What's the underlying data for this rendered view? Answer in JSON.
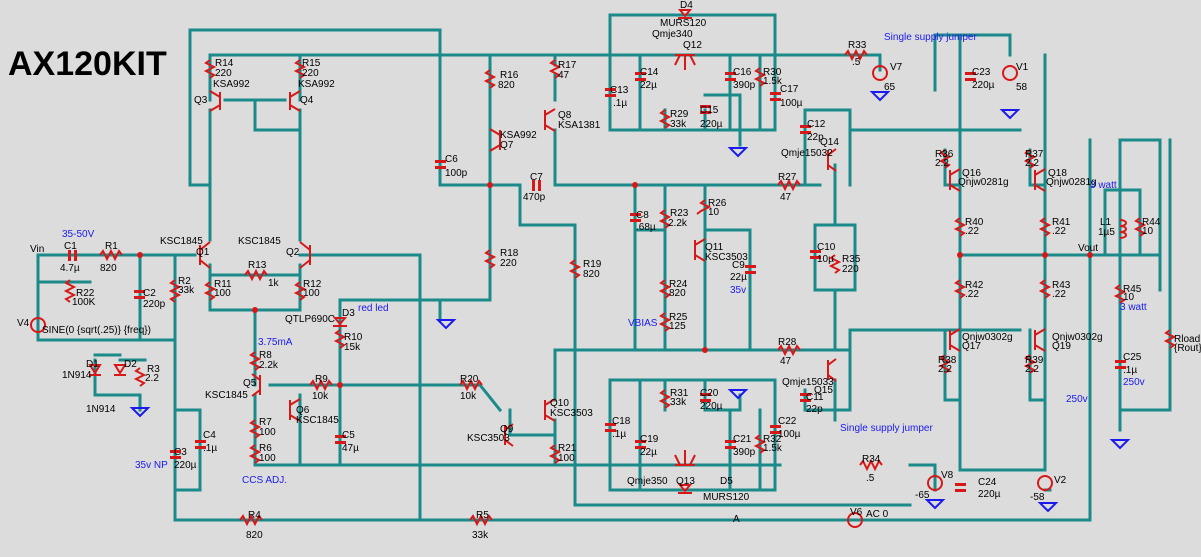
{
  "title": "AX120KIT",
  "labels": {
    "vin": "Vin",
    "c1": "C1",
    "c1_val": "4.7µ",
    "r1": "R1",
    "r1_val": "820",
    "r22": "R22",
    "r22_val": "100K",
    "v4": "V4",
    "v4_val": "SINE(0 {sqrt(.25)} {freq})",
    "v_range": "35-50V",
    "d1": "D1",
    "d1_part": "1N914",
    "d2": "D2",
    "d2_part": "1N914",
    "r3": "R3",
    "r3_val": "2.2",
    "c2": "C2",
    "c2_val": "220p",
    "r2": "R2",
    "r2_val": "33k",
    "c3": "C3",
    "c3_val": "220µ",
    "c3_note": "35v NP",
    "c4": "C4",
    "c4_val": ".1µ",
    "r4": "R4",
    "r4_val": "820",
    "r14": "R14",
    "r14_val": "220",
    "r15": "R15",
    "r15_val": "220",
    "q3": "Q3",
    "q3_part": "KSA992",
    "q4": "Q4",
    "q4_part": "KSA992",
    "q1": "Q1",
    "q1_part": "KSC1845",
    "q2": "Q2",
    "q2_part": "KSC1845",
    "r13": "R13",
    "r13_val": "1k",
    "r11": "R11",
    "r11_val": "100",
    "r12": "R12",
    "r12_val": "100",
    "ccs": "3.75mA",
    "r8": "R8",
    "r8_val": "2.2k",
    "q5": "Q5",
    "q5_part": "KSC1845",
    "q6": "Q6",
    "q6_part": "KSC1845",
    "r9": "R9",
    "r9_val": "10k",
    "r7": "R7",
    "r7_val": "100",
    "r6": "R6",
    "r6_val": "100",
    "ccs_adj": "CCS ADJ.",
    "d3": "D3",
    "d3_part": "QTLP690C",
    "d3_note": "red led",
    "r10": "R10",
    "r10_val": "15k",
    "c5": "C5",
    "c5_val": "47µ",
    "r5": "R5",
    "r5_val": "33k",
    "r16": "R16",
    "r16_val": "820",
    "r17": "R17",
    "r17_val": "47",
    "q7": "Q7",
    "q7_part": "KSA992",
    "q8": "Q8",
    "q8_part": "KSA1381",
    "c6": "C6",
    "c6_val": "100p",
    "c7": "C7",
    "c7_val": "470p",
    "r18": "R18",
    "r18_val": "220",
    "r19": "R19",
    "r19_val": "820",
    "r20": "R20",
    "r20_val": "10k",
    "q9": "Q9",
    "q9_part": "KSC3503",
    "q10": "Q10",
    "q10_part": "KSC3503",
    "r21": "R21",
    "r21_val": "100",
    "d4": "D4",
    "d4_part": "MURS120",
    "q12": "Q12",
    "q12_part": "Qmje340",
    "c13": "C13",
    "c13_val": ".1µ",
    "c14": "C14",
    "c14_val": "22µ",
    "r29": "R29",
    "r29_val": "33k",
    "c15": "C15",
    "c15_val": "220µ",
    "c16": "C16",
    "c16_val": "390p",
    "r30": "R30",
    "r30_val": "1.5k",
    "c17": "C17",
    "c17_val": "100µ",
    "r33": "R33",
    "r33_val": ".5",
    "v7": "V7",
    "v7_val": "65",
    "single1": "Single supply jumper",
    "c23": "C23",
    "c23_val": "220µ",
    "v1": "V1",
    "v1_val": "58",
    "c8": "C8",
    "c8_val": ".68µ",
    "r23": "R23",
    "r23_val": "2.2k",
    "r26": "R26",
    "r26_val": "10",
    "q11": "Q11",
    "q11_part": "KSC3503",
    "c9": "C9",
    "c9_val": "22µ",
    "c9_note": "35v",
    "r24": "R24",
    "r24_val": "820",
    "r25": "R25",
    "r25_val": "125",
    "vbias": "VBIAS",
    "c12": "C12",
    "c12_val": "22p",
    "q14": "Q14",
    "q14_part": "Qmje15032",
    "r27": "R27",
    "r27_val": "47",
    "c10": "C10",
    "c10_val": "10µ",
    "r35": "R35",
    "r35_val": "220",
    "r28": "R28",
    "r28_val": "47",
    "q15": "Q15",
    "q15_part": "Qmje15033",
    "c11": "C11",
    "c11_val": "22p",
    "r36": "R36",
    "r36_val": "2.2",
    "q16": "Q16",
    "q16_part": "Qnjw0281g",
    "r37": "R37",
    "r37_val": "2.2",
    "q18": "Q18",
    "q18_part": "Qnjw0281g",
    "r40": "R40",
    "r40_val": ".22",
    "r41": "R41",
    "r41_val": ".22",
    "r42": "R42",
    "r42_val": ".22",
    "r43": "R43",
    "r43_val": ".22",
    "q17": "Q17",
    "q17_part": "Qnjw0302g",
    "q19": "Q19",
    "q19_part": "Qnjw0302g",
    "r38": "R38",
    "r38_val": "2.2",
    "r39": "R39",
    "r39_val": "2.2",
    "vout": "Vout",
    "l1": "L1",
    "l1_val": "1µ5",
    "r44": "R44",
    "r44_val": "10",
    "watt1": "3 watt",
    "r45": "R45",
    "r45_val": "10",
    "watt2": "3 watt",
    "c25": "C25",
    "c25_val": ".1µ",
    "c25_note": "250v",
    "rload": "Rload",
    "rload_val": "{Rout}",
    "v250": "250v",
    "c18": "C18",
    "c18_val": ".1µ",
    "c19": "C19",
    "c19_val": "22µ",
    "r31": "R31",
    "r31_val": "33k",
    "c20": "C20",
    "c20_val": "220µ",
    "c21": "C21",
    "c21_val": "390p",
    "r32": "R32",
    "r32_val": "1.5k",
    "c22": "C22",
    "c22_val": "100µ",
    "q13": "Q13",
    "q13_part": "Qmje350",
    "d5": "D5",
    "d5_part": "MURS120",
    "r34": "R34",
    "r34_val": ".5",
    "v8": "V8",
    "v8_val": "-65",
    "single2": "Single supply jumper",
    "c24": "C24",
    "c24_val": "220µ",
    "v2": "V2",
    "v2_val": "-58",
    "v6": "V6",
    "v6_val": "AC 0",
    "node_a": "A"
  }
}
